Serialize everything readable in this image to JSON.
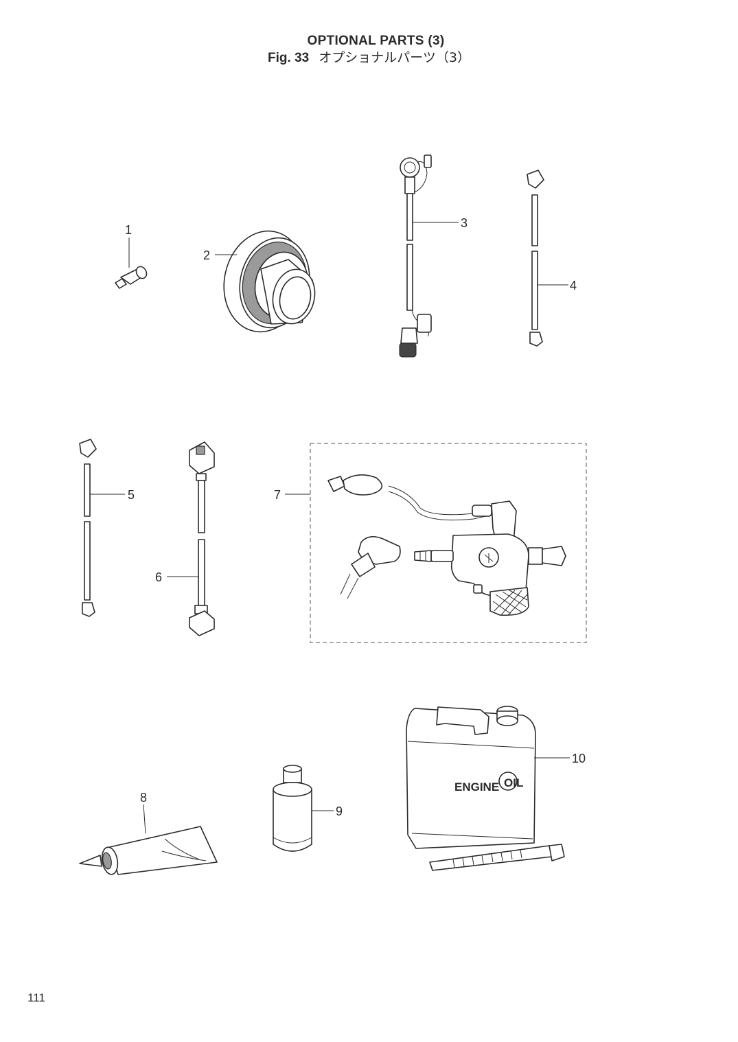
{
  "header": {
    "title_en": "OPTIONAL PARTS (3)",
    "figure_label": "Fig. 33",
    "title_jp": "オプショナルパーツ（3）"
  },
  "callouts": [
    "1",
    "2",
    "3",
    "4",
    "5",
    "6",
    "7",
    "8",
    "9",
    "10"
  ],
  "can_label": {
    "word1": "ENGINE",
    "word2": "OIL"
  },
  "page_number": "111"
}
